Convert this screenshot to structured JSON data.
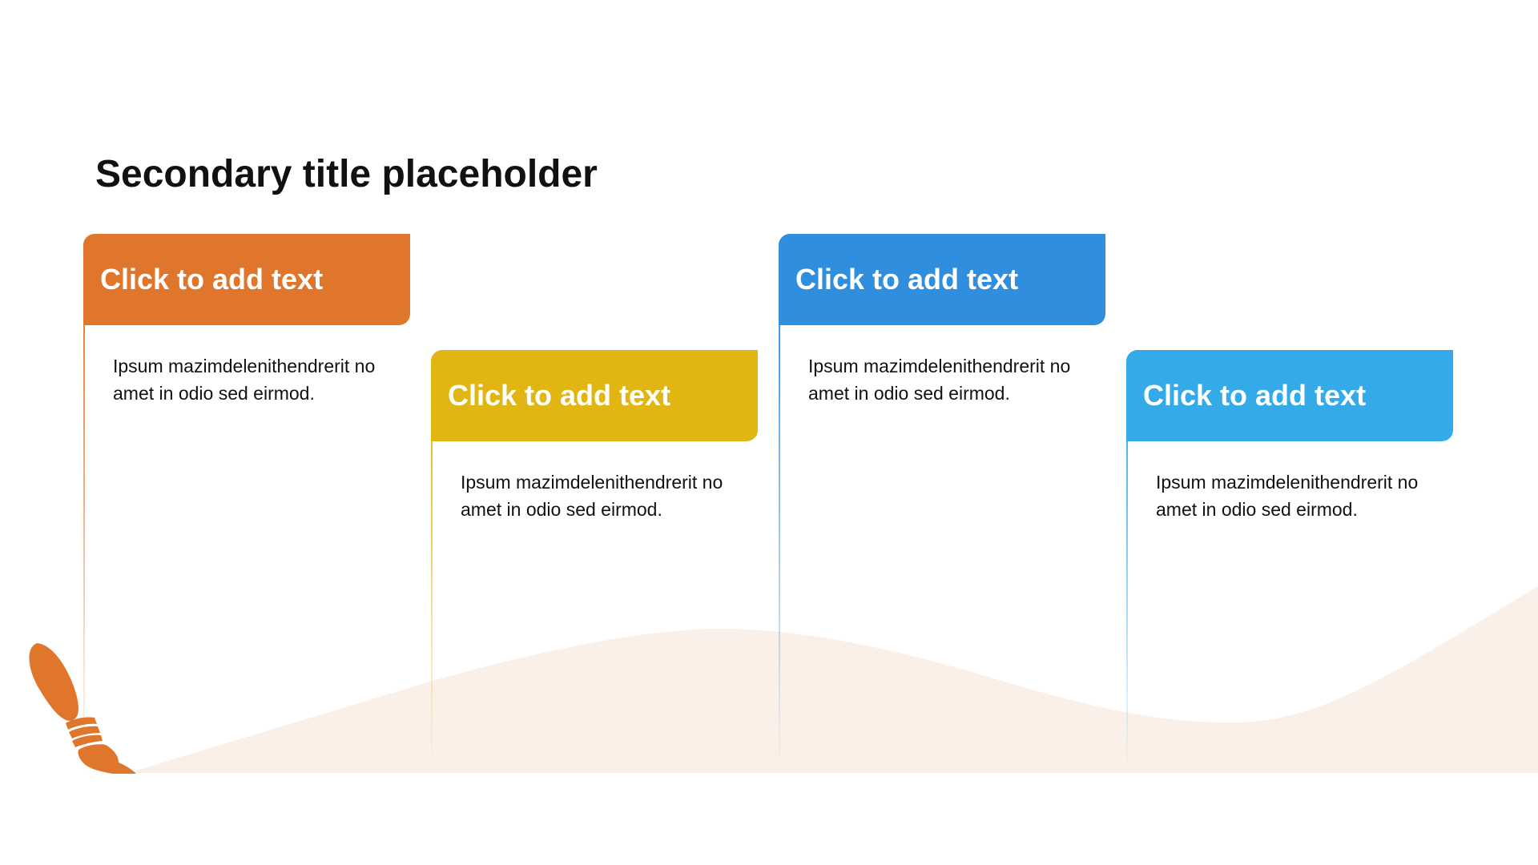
{
  "slide": {
    "title": "Secondary title placeholder"
  },
  "steps": [
    {
      "heading": "Click to add text",
      "body": "Ipsum mazimdelenithendrerit no amet in odio sed eirmod.",
      "color": "#E0762B"
    },
    {
      "heading": "Click to add text",
      "body": "Ipsum mazimdelenithendrerit no amet in odio sed eirmod.",
      "color": "#E1B612"
    },
    {
      "heading": "Click to add text",
      "body": "Ipsum mazimdelenithendrerit no amet in odio sed eirmod.",
      "color": "#2F8EDE"
    },
    {
      "heading": "Click to add text",
      "body": "Ipsum mazimdelenithendrerit no amet in odio sed eirmod.",
      "color": "#34ABE8"
    }
  ],
  "decor": {
    "wave_color": "#FBF0E8",
    "brush_icon": "paintbrush-icon",
    "brush_color": "#E0762B"
  }
}
